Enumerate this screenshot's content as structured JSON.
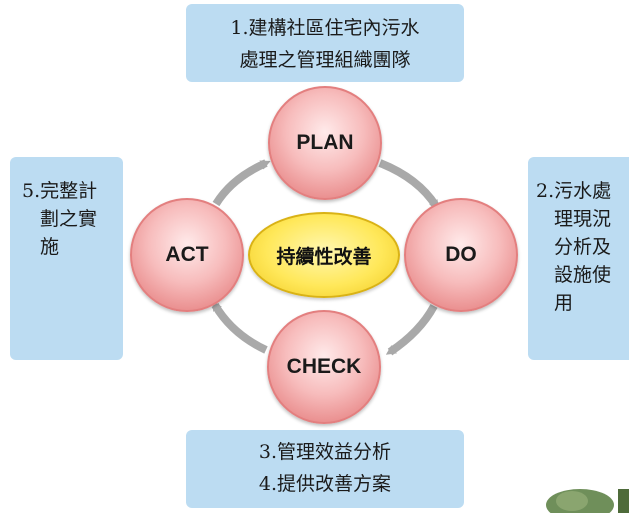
{
  "boxes": {
    "top": [
      "1.建構社區住宅內污水",
      "處理之管理組織團隊"
    ],
    "right": [
      "2.污水處",
      "理現況",
      "分析及",
      "設施使",
      "用"
    ],
    "bottom": [
      "3.管理效益分析",
      "4.提供改善方案"
    ],
    "left": [
      "5.完整計",
      "劃之實",
      "施"
    ]
  },
  "cycle": {
    "plan": "PLAN",
    "do": "DO",
    "check": "CHECK",
    "act": "ACT",
    "center": "持續性改善"
  },
  "colors": {
    "box_fill": "#bcdcf2",
    "circle_fill": "#f7bcbc",
    "center_fill": "#ffe85a",
    "arrow": "#a9a9a9"
  }
}
